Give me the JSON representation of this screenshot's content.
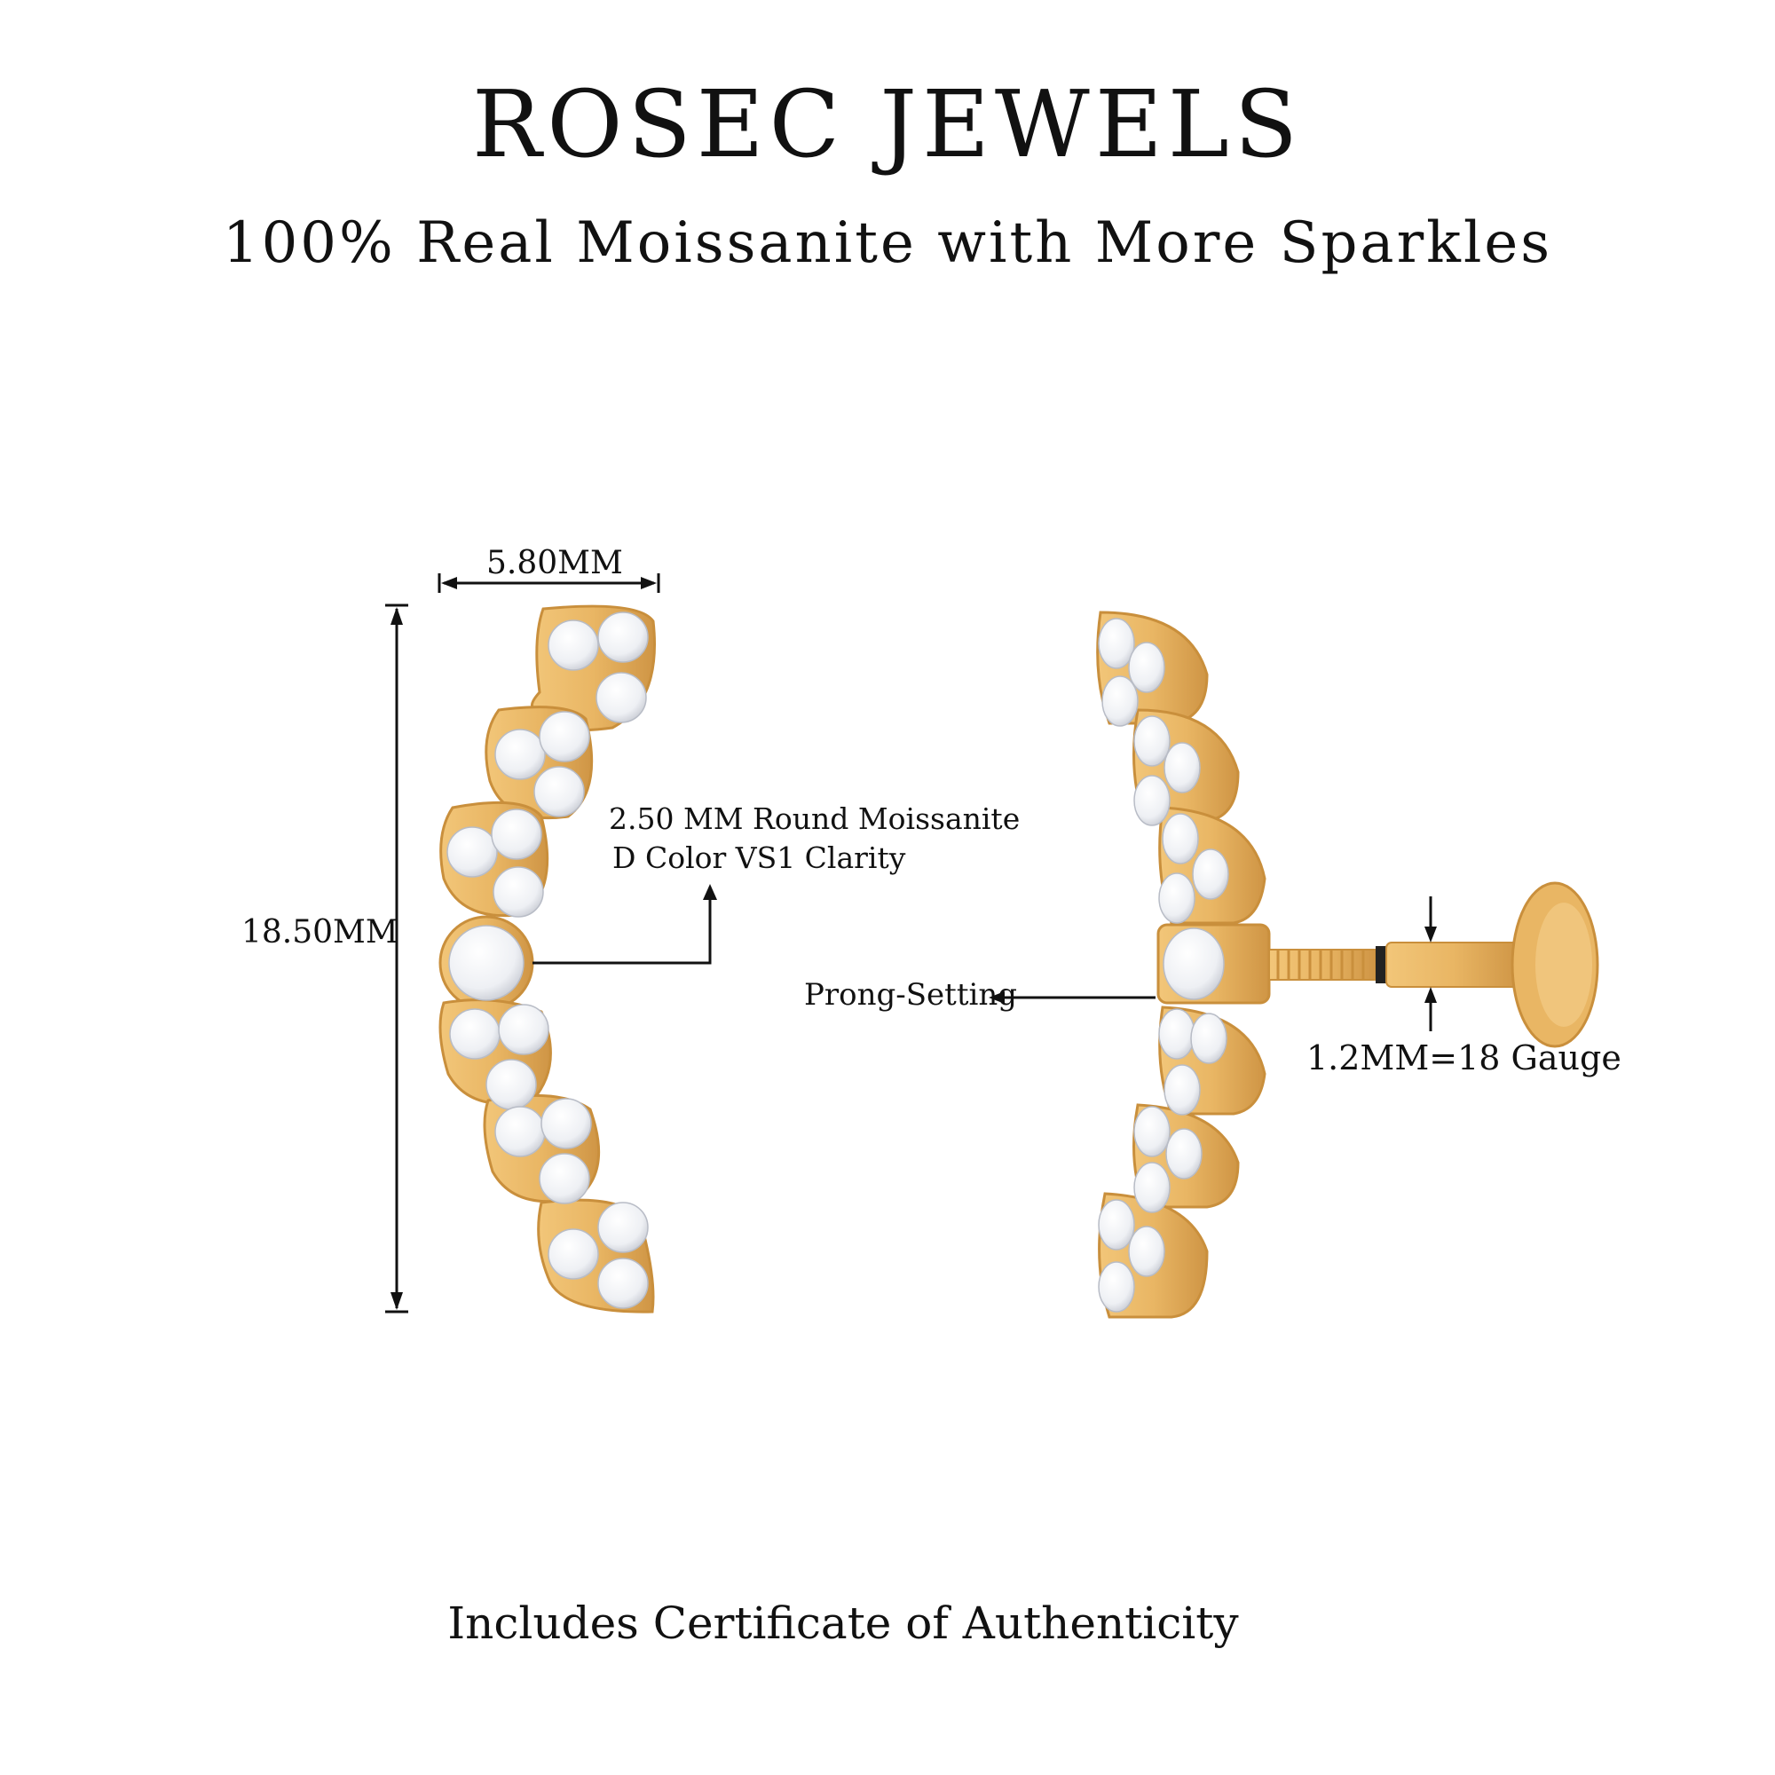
{
  "header": {
    "brand": "ROSEC JEWELS",
    "tagline": "100% Real Moissanite with More Sparkles"
  },
  "dimensions": {
    "width": "5.80MM",
    "height": "18.50MM",
    "stone_line1": "2.50 MM Round Moissanite",
    "stone_line2": "D Color VS1 Clarity",
    "setting": "Prong-Setting",
    "gauge": "1.2MM=18 Gauge"
  },
  "footer": {
    "certificate": "Includes Certificate of Authenticity"
  },
  "colors": {
    "gold": "#e9b664",
    "gold_dark": "#c98f3c",
    "stone": "#f7f7f9"
  }
}
